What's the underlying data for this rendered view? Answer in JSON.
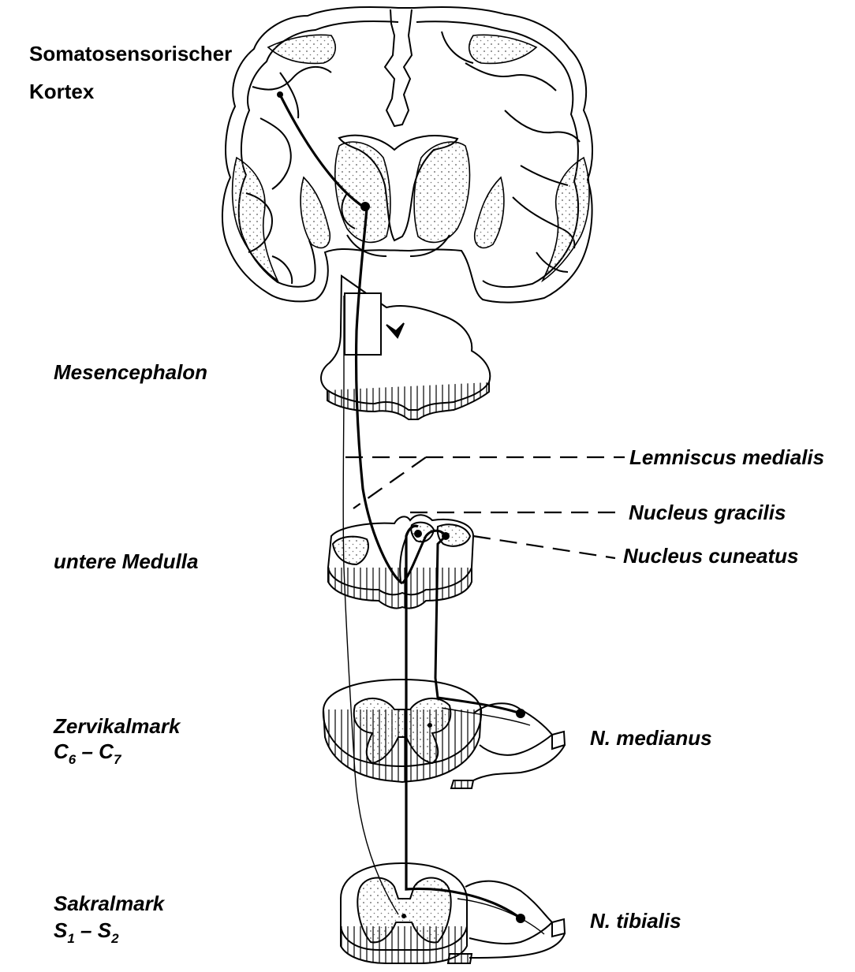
{
  "labels": {
    "cortex_line1": "Somatosensorischer",
    "cortex_line2": "Kortex",
    "mesencephalon": "Mesencephalon",
    "medulla": "untere Medulla",
    "cervical": {
      "title": "Zervikalmark",
      "seg_a": "C",
      "sub_a": "6",
      "dash": " – ",
      "seg_b": "C",
      "sub_b": "7"
    },
    "sacral": {
      "title": "Sakralmark",
      "seg_a": "S",
      "sub_a": "1",
      "dash": " – ",
      "seg_b": "S",
      "sub_b": "2"
    },
    "lemniscus": "Lemniscus medialis",
    "gracilis": "Nucleus gracilis",
    "cuneatus": "Nucleus cuneatus",
    "medianus": "N. medianus",
    "tibialis": "N. tibialis"
  }
}
